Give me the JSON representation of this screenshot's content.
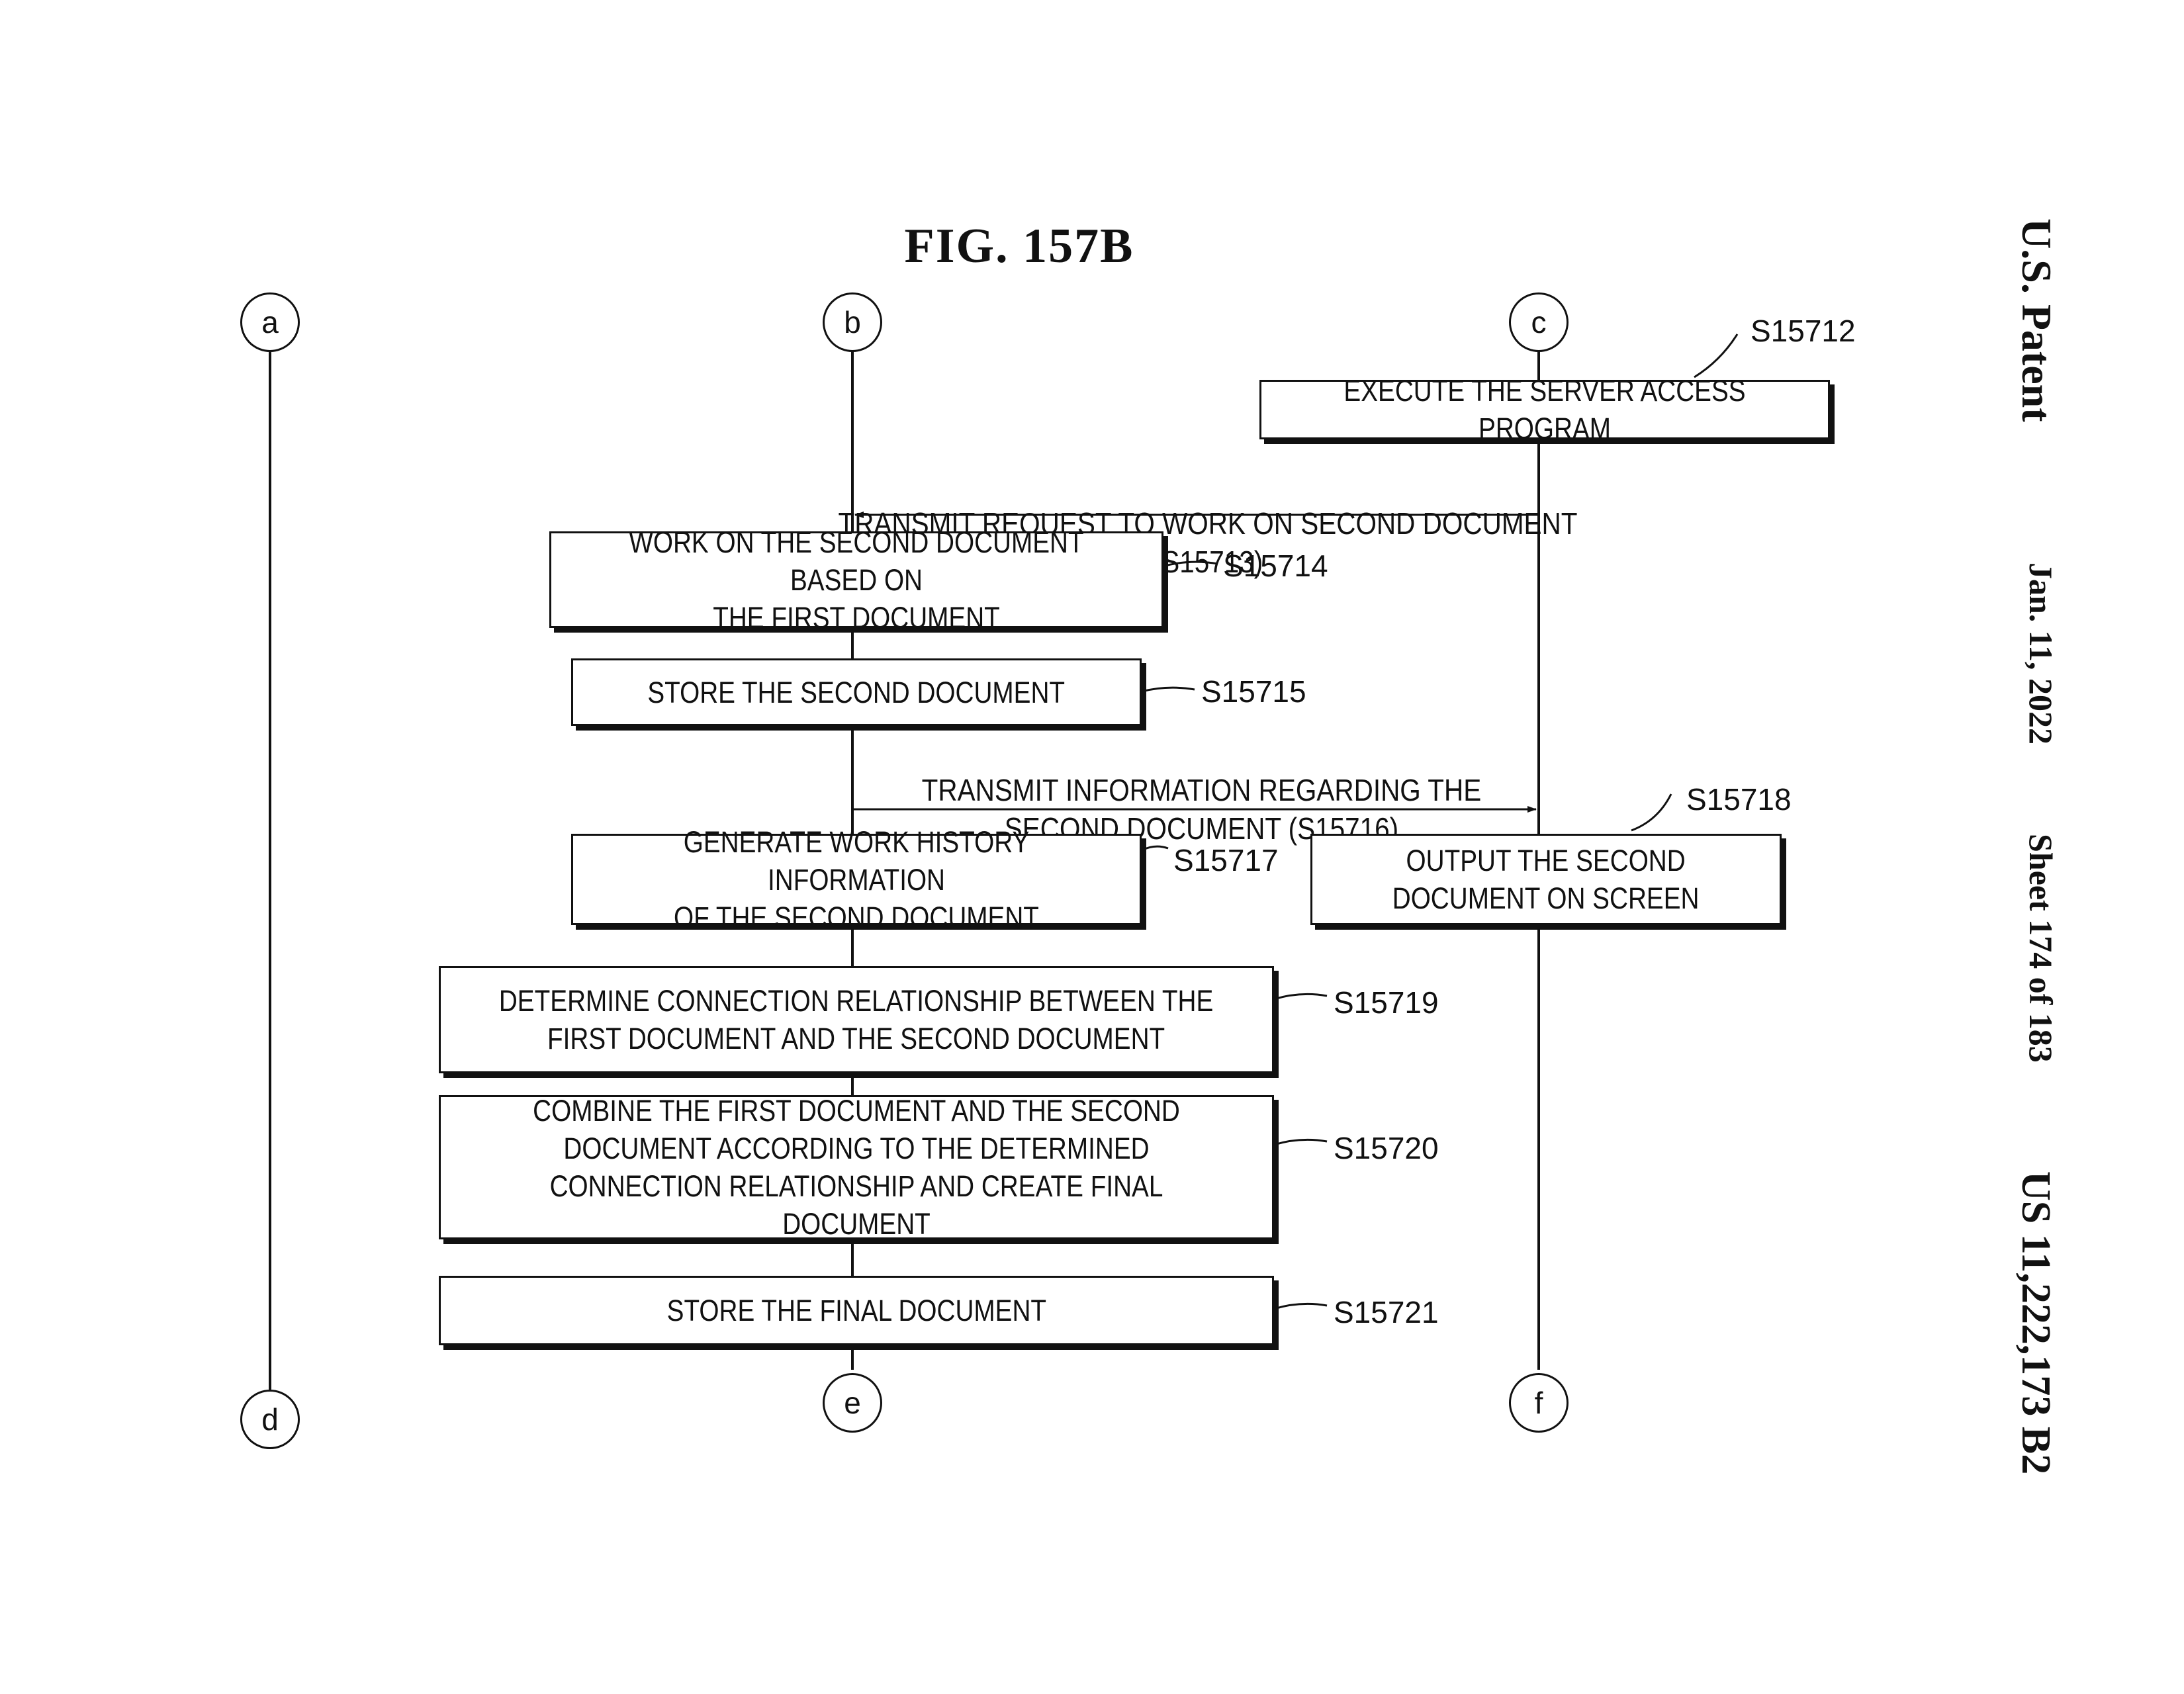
{
  "figure": {
    "title": "FIG.  157B"
  },
  "connectors": {
    "a": "a",
    "b": "b",
    "c": "c",
    "d": "d",
    "e": "e",
    "f": "f"
  },
  "steps": {
    "s15712": {
      "ref": "S15712",
      "text": "EXECUTE THE SERVER ACCESS PROGRAM"
    },
    "s15713": {
      "text": "TRANSMIT REQUEST TO WORK ON SECOND DOCUMENT (S15713)"
    },
    "s15714": {
      "ref": "S15714",
      "text": "WORK ON THE SECOND DOCUMENT BASED ON\nTHE FIRST DOCUMENT"
    },
    "s15715": {
      "ref": "S15715",
      "text": "STORE THE SECOND DOCUMENT"
    },
    "s15716": {
      "text": "TRANSMIT INFORMATION REGARDING THE\nSECOND DOCUMENT (S15716)"
    },
    "s15717": {
      "ref": "S15717",
      "text": "GENERATE WORK HISTORY INFORMATION\nOF THE SECOND DOCUMENT"
    },
    "s15718": {
      "ref": "S15718",
      "text": "OUTPUT THE SECOND\nDOCUMENT ON SCREEN"
    },
    "s15719": {
      "ref": "S15719",
      "text": "DETERMINE CONNECTION RELATIONSHIP BETWEEN THE\nFIRST DOCUMENT AND THE SECOND DOCUMENT"
    },
    "s15720": {
      "ref": "S15720",
      "text": "COMBINE THE FIRST DOCUMENT AND THE SECOND\nDOCUMENT ACCORDING TO THE DETERMINED\nCONNECTION RELATIONSHIP AND CREATE FINAL DOCUMENT"
    },
    "s15721": {
      "ref": "S15721",
      "text": "STORE THE FINAL DOCUMENT"
    }
  },
  "sidebar": {
    "office": "U.S. Patent",
    "date": "Jan. 11, 2022",
    "sheet": "Sheet 174 of 183",
    "number": "US 11,222,173 B2"
  }
}
